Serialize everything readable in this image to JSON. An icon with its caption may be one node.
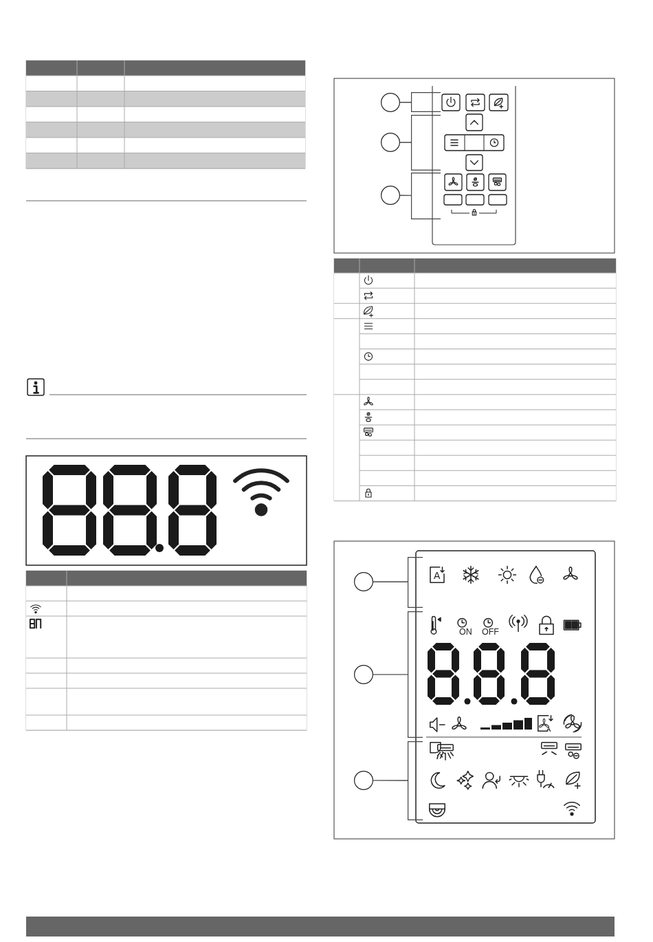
{
  "diagram": {
    "nodes": [
      {
        "text": [],
        "shape": "circle"
      },
      {
        "text": [],
        "shape": "circle"
      },
      {
        "text": [],
        "shape": "circle"
      },
      {
        "text": [],
        "shape": "bracket"
      },
      {
        "text": [],
        "shape": "bracket"
      },
      {
        "text": [],
        "shape": "bracket"
      },
      {
        "text": [],
        "shape": "circle"
      },
      {
        "text": [],
        "shape": "circle"
      },
      {
        "text": [],
        "shape": "circle"
      },
      {
        "text": [],
        "shape": "bracket"
      },
      {
        "text": [],
        "shape": "bracket"
      },
      {
        "text": [],
        "shape": "bracket"
      }
    ],
    "edges": [
      {
        "from": 0,
        "to": 3,
        "arrow": "none"
      },
      {
        "from": 1,
        "to": 4,
        "arrow": "none"
      },
      {
        "from": 2,
        "to": 5,
        "arrow": "none"
      },
      {
        "from": 6,
        "to": 9,
        "arrow": "none"
      },
      {
        "from": 7,
        "to": 10,
        "arrow": "none"
      },
      {
        "from": 8,
        "to": 11,
        "arrow": "none"
      }
    ],
    "labels": [
      "A",
      "ON",
      "OFF",
      "A"
    ]
  }
}
